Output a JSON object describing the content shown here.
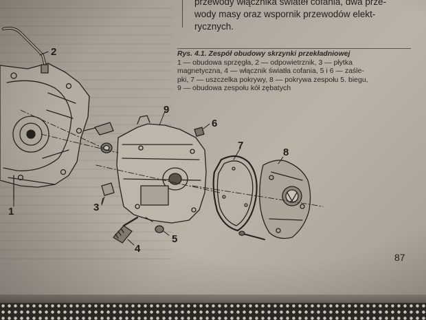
{
  "top_paragraph": {
    "lines": [
      "przewody włącznika świateł cofania, dwa prze-",
      "wody masy oraz wspornik przewodów elekt-",
      "rycznych."
    ]
  },
  "figure_caption": {
    "title": "Rys. 4.1. Zespół obudowy skrzynki przekładniowej",
    "body": "1 — obudowa sprzęgła, 2 — odpowietrznik, 3 — płytka\nmagnetyczna, 4 — włącznik światła cofania, 5 i 6 — zaśle-\npki, 7 — uszczelka pokrywy, 8 — pokrywa zespołu 5. biegu,\n9 — obudowa zespołu kół zębatych"
  },
  "part_labels": [
    "1",
    "2",
    "3",
    "4",
    "5",
    "6",
    "7",
    "8",
    "9"
  ],
  "page_number": "87"
}
